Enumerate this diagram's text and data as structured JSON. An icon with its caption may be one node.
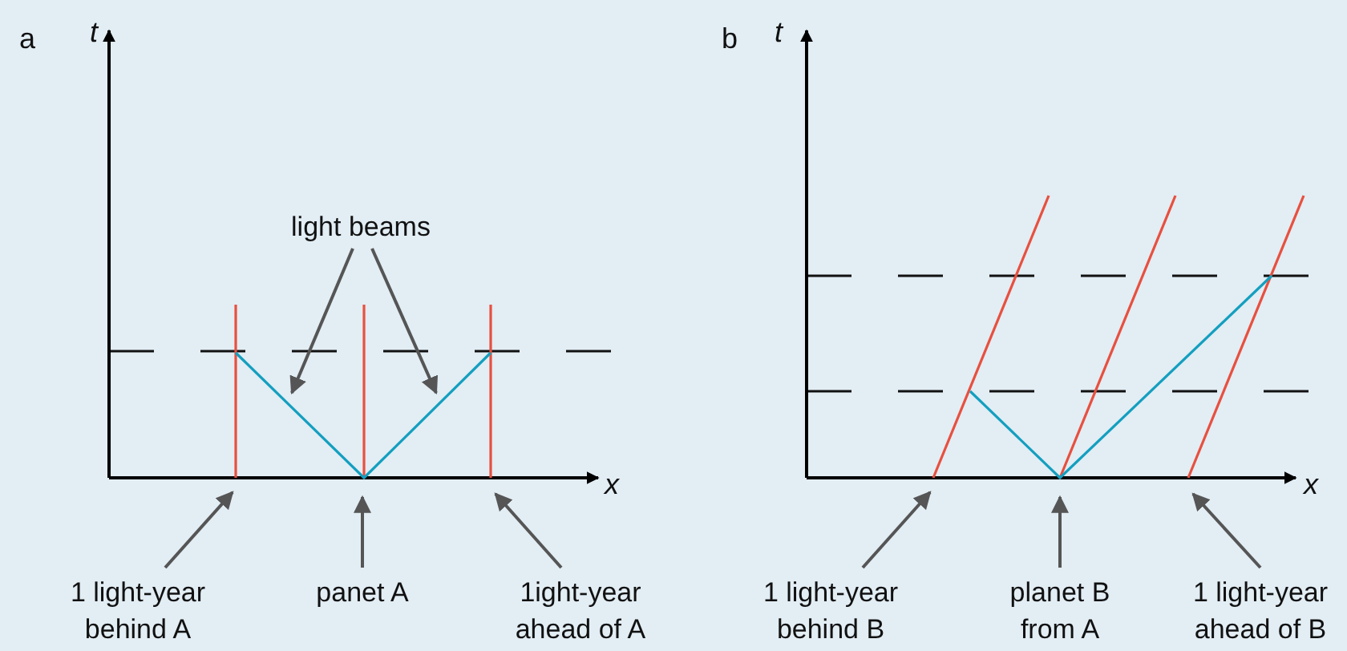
{
  "diagram": {
    "nodes": [
      {
        "text": [
          "light beams"
        ]
      },
      {
        "text": [
          "1 light-year behind A"
        ]
      },
      {
        "text": [
          "panet A"
        ]
      },
      {
        "text": [
          "1ight-year ahead of A"
        ]
      },
      {
        "text": [
          "1 light-year behind B"
        ]
      },
      {
        "text": [
          "planet B from A"
        ]
      },
      {
        "text": [
          "1 light-year ahead of B"
        ]
      }
    ],
    "edges": [
      {
        "from": 0,
        "to": null,
        "arrow": "to"
      },
      {
        "from": 0,
        "to": null,
        "arrow": "to"
      },
      {
        "from": 1,
        "to": null,
        "arrow": "to"
      },
      {
        "from": 2,
        "to": null,
        "arrow": "to"
      },
      {
        "from": 3,
        "to": null,
        "arrow": "to"
      },
      {
        "from": 4,
        "to": null,
        "arrow": "to"
      },
      {
        "from": 5,
        "to": null,
        "arrow": "to"
      },
      {
        "from": 6,
        "to": null,
        "arrow": "to"
      }
    ],
    "labels": [
      "a",
      "t",
      "b",
      "t",
      "x",
      "x"
    ]
  }
}
